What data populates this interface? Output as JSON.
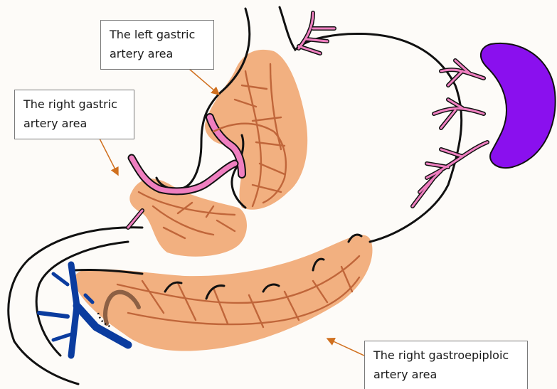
{
  "labels": {
    "left_gastric": {
      "line1": "The left gastric",
      "line2": "artery area"
    },
    "right_gastric": {
      "line1": "The right gastric",
      "line2": "artery area"
    },
    "right_gastroepiploic": {
      "line1": "The right gastroepiploic",
      "line2": "artery area"
    }
  },
  "colors": {
    "background": "#fdfbf8",
    "outline": "#111111",
    "artery_area": "#f0a56e",
    "artery_fill": "#ef7fc0",
    "vessel_brown": "#c0663a",
    "spleen": "#8a10ee",
    "vein": "#0b3c9f",
    "pointer": "#d0701f"
  }
}
